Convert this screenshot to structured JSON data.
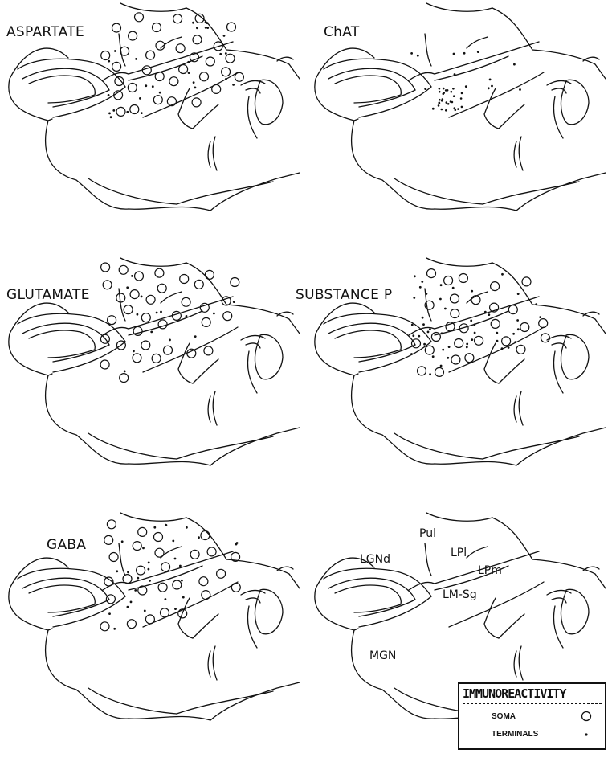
{
  "panels": [
    {
      "label": "ASPARTATE",
      "soma": "high",
      "terminals": "moderate"
    },
    {
      "label": "ChAT",
      "soma": "none",
      "terminals": "sparse-ventral-cluster"
    },
    {
      "label": "GLUTAMATE",
      "soma": "high",
      "terminals": "sparse"
    },
    {
      "label": "SUBSTANCE P",
      "soma": "moderate",
      "terminals": "dense"
    },
    {
      "label": "GABA",
      "soma": "moderate",
      "terminals": "moderate"
    }
  ],
  "regions": [
    "Pul",
    "LPl",
    "LPm",
    "LGNd",
    "LM-Sg",
    "MGN"
  ],
  "legend": {
    "title": "IMMUNOREACTIVITY",
    "soma_label": "SOMA",
    "terminals_label": "TERMINALS"
  },
  "colors": {
    "ink": "#111111",
    "background": "#ffffff"
  }
}
